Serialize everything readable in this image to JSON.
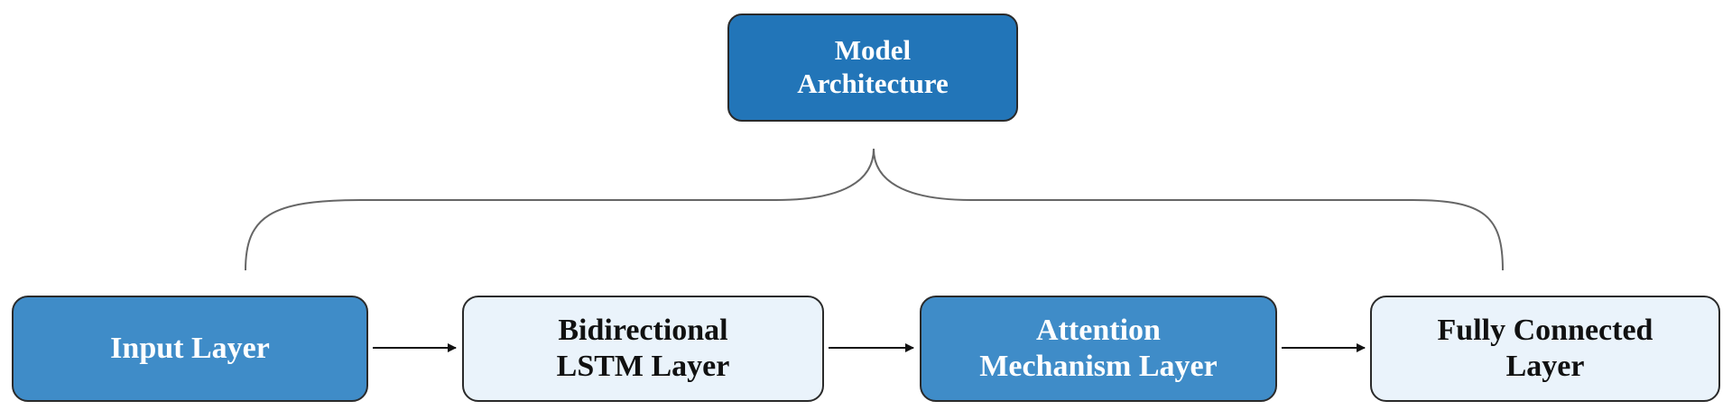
{
  "root": {
    "label": "Model\nArchitecture"
  },
  "layers": [
    {
      "label": "Input Layer"
    },
    {
      "label": "Bidirectional\nLSTM Layer"
    },
    {
      "label": "Attention\nMechanism Layer"
    },
    {
      "label": "Fully Connected\nLayer"
    }
  ],
  "colors": {
    "root_fill": "#2275b8",
    "dark_fill": "#3f8cc8",
    "light_fill": "#eaf3fb",
    "stroke": "#2a2a2a",
    "brace": "#666666"
  }
}
